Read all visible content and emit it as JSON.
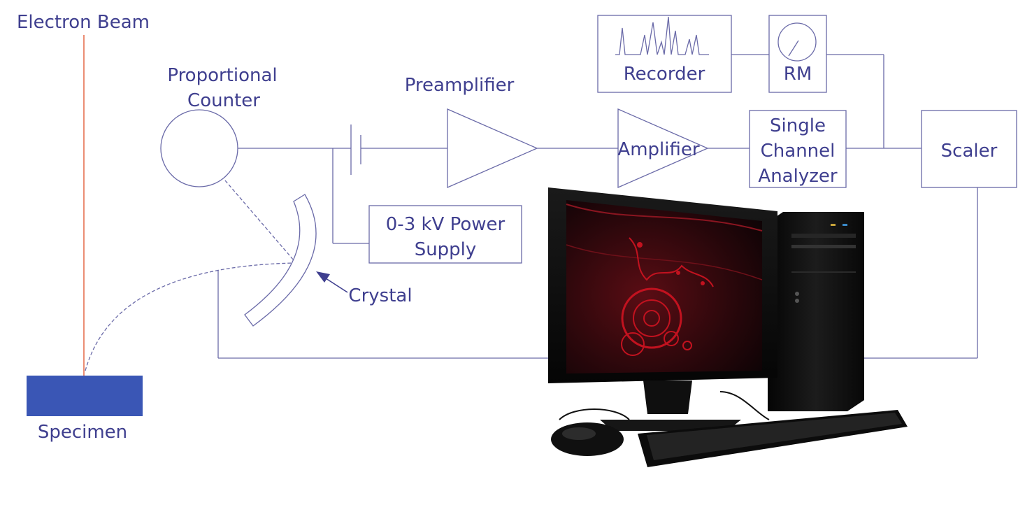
{
  "labels": {
    "electron_beam": "Electron Beam",
    "proportional_counter_line1": "Proportional",
    "proportional_counter_line2": "Counter",
    "preamplifier": "Preamplifier",
    "amplifier": "Amplifier",
    "sca_line1": "Single",
    "sca_line2": "Channel",
    "sca_line3": "Analyzer",
    "scaler": "Scaler",
    "recorder": "Recorder",
    "rm": "RM",
    "power_supply_line1": "0-3 kV Power",
    "power_supply_line2": "Supply",
    "crystal": "Crystal",
    "specimen": "Specimen"
  },
  "colors": {
    "ink": "#3f3f8f",
    "box_stroke": "#5a5a9e",
    "beam": "#e0502a",
    "specimen_fill": "#3a56b5",
    "screen_red": "#c2121f"
  },
  "icons": {
    "computer": "desktop-computer-icon"
  }
}
